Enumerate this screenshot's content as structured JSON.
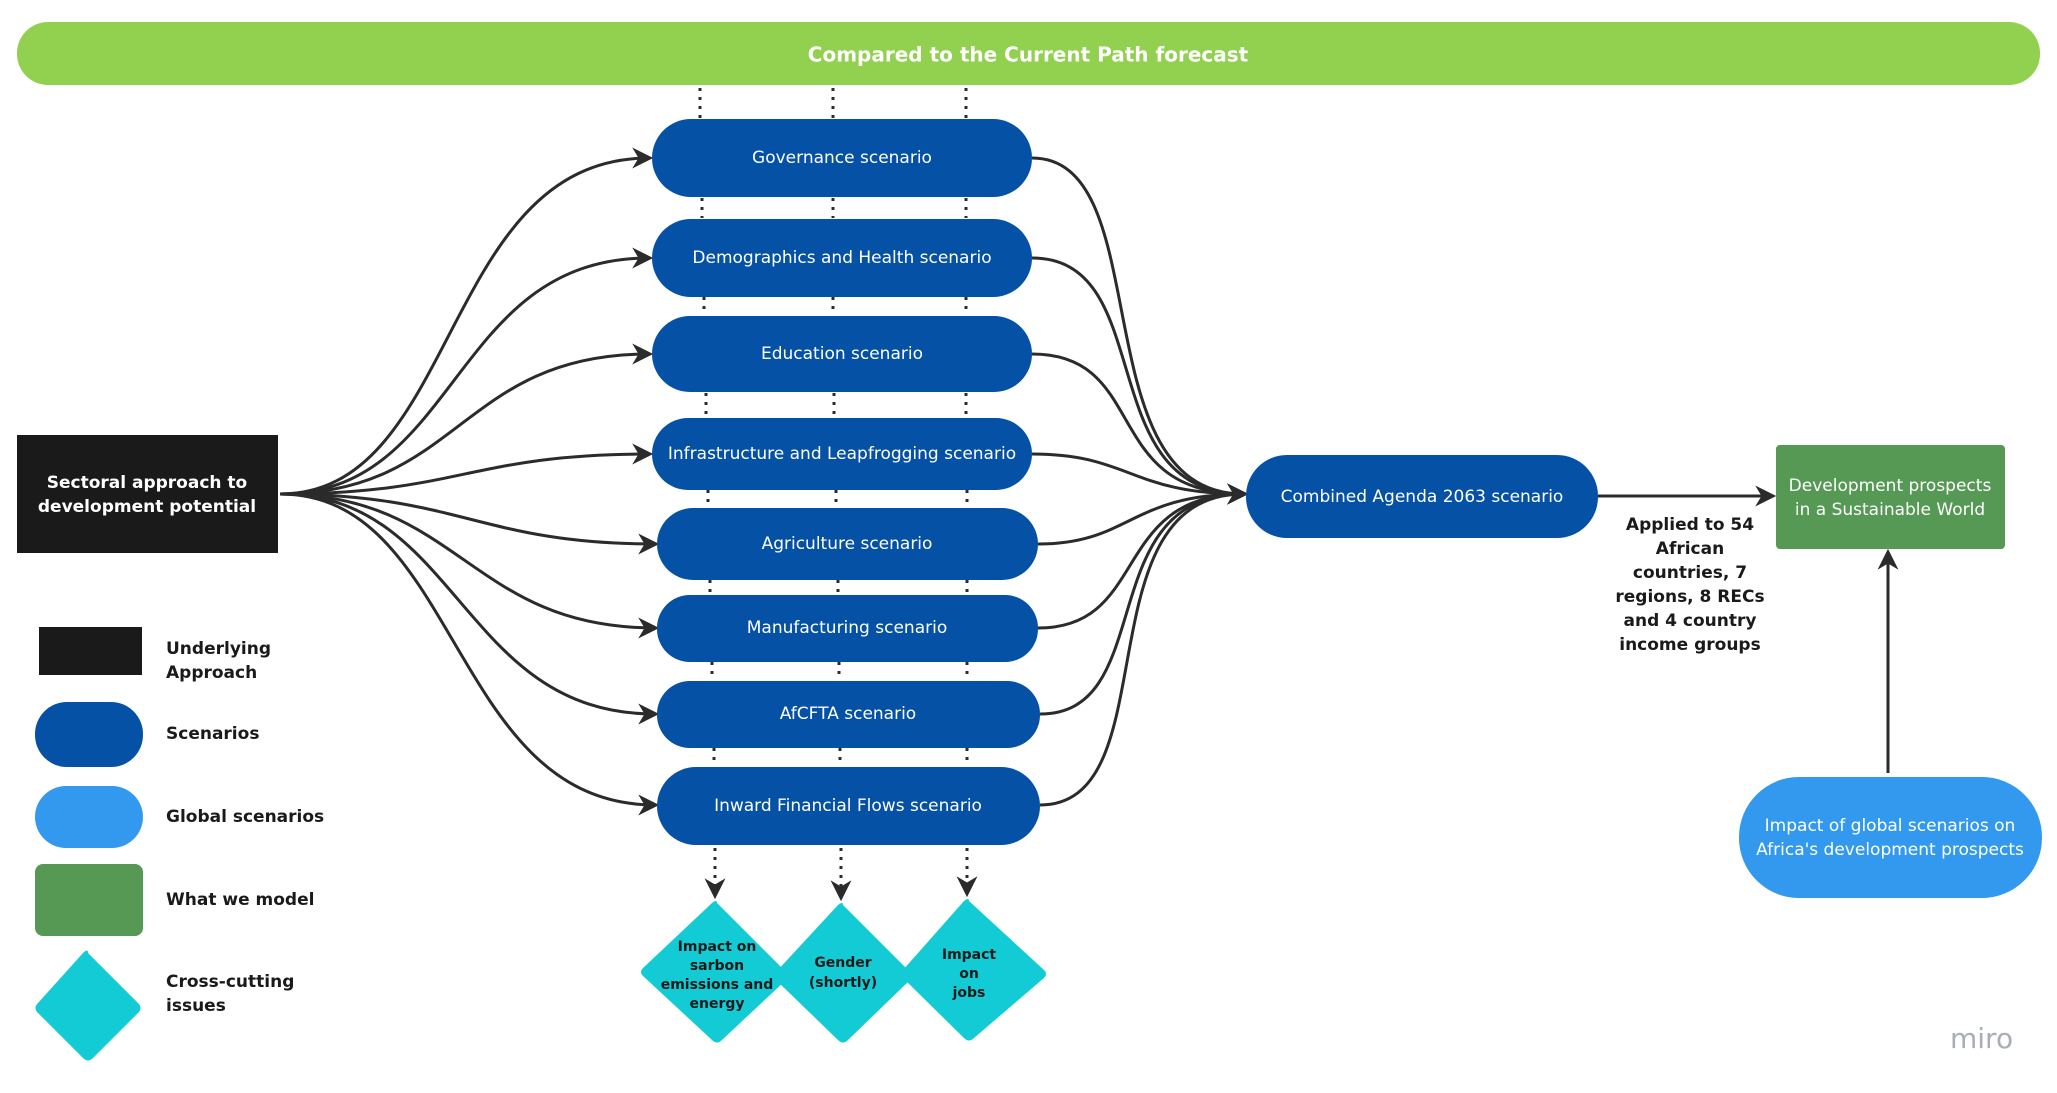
{
  "colors": {
    "banner": "#92d050",
    "scenario": "#0451a5",
    "global": "#3399ee",
    "model": "#559955",
    "approach": "#1a1a1a",
    "crosscut": "#13cbd5",
    "edge": "#2b2b2b"
  },
  "banner": {
    "label": "Compared to the Current Path forecast"
  },
  "approach": {
    "label_line1": "Sectoral approach to",
    "label_line2": "development potential"
  },
  "scenarios": [
    "Governance scenario",
    "Demographics and Health scenario",
    "Education scenario",
    "Infrastructure and Leapfrogging scenario",
    "Agriculture scenario",
    "Manufacturing scenario",
    "AfCFTA scenario",
    "Inward Financial Flows scenario"
  ],
  "combined": {
    "label": "Combined Agenda 2063 scenario"
  },
  "applied_note": [
    "Applied to 54",
    "African",
    "countries, 7",
    "regions, 8 RECs",
    "and 4 country",
    "income groups"
  ],
  "development": {
    "line1": "Development prospects",
    "line2": "in a Sustainable World"
  },
  "impact_global": {
    "line1": "Impact of global scenarios on",
    "line2": "Africa's development prospects"
  },
  "cross_cutting": [
    {
      "lines": [
        "Impact on",
        "sarbon",
        "emissions and",
        "energy"
      ]
    },
    {
      "lines": [
        "Gender",
        "(shortly)"
      ]
    },
    {
      "lines": [
        "Impact",
        "on",
        "jobs"
      ]
    }
  ],
  "legend": [
    {
      "shape": "rect",
      "lines": [
        "Underlying",
        "Approach"
      ]
    },
    {
      "shape": "pill-dark",
      "lines": [
        "Scenarios"
      ]
    },
    {
      "shape": "pill-light",
      "lines": [
        "Global scenarios"
      ]
    },
    {
      "shape": "square-green",
      "lines": [
        "What we model"
      ]
    },
    {
      "shape": "diamond",
      "lines": [
        "Cross-cutting",
        "issues"
      ]
    }
  ],
  "watermark": "miro"
}
